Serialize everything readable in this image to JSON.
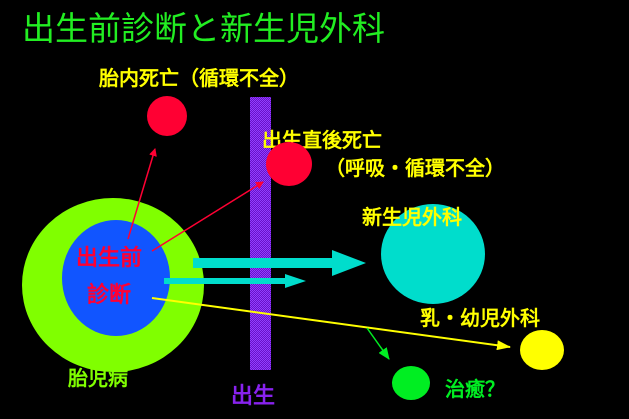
{
  "title": "出生前診断と新生児外科",
  "labels": {
    "intrauterine_death": "胎内死亡（循環不全）",
    "neonatal_death": "出生直後死亡",
    "neonatal_death_cause": "（呼吸・循環不全）",
    "prenatal": "出生前",
    "diagnosis": "診断",
    "fetal_disease": "胎児病",
    "birth": "出生",
    "neonatal_surgery": "新生児外科",
    "pediatric_surgery": "乳・幼児外科",
    "cure": "治癒？"
  },
  "colors": {
    "title": "#22ee22",
    "label_yellow": "#ffff00",
    "death_red": "#ff0033",
    "fetal_lime": "#80ff00",
    "prenatal_blue": "#1155ff",
    "birth_purple": "#7a22dd",
    "neonatal_cyan": "#00ddcc",
    "cure_green": "#00ee22"
  }
}
